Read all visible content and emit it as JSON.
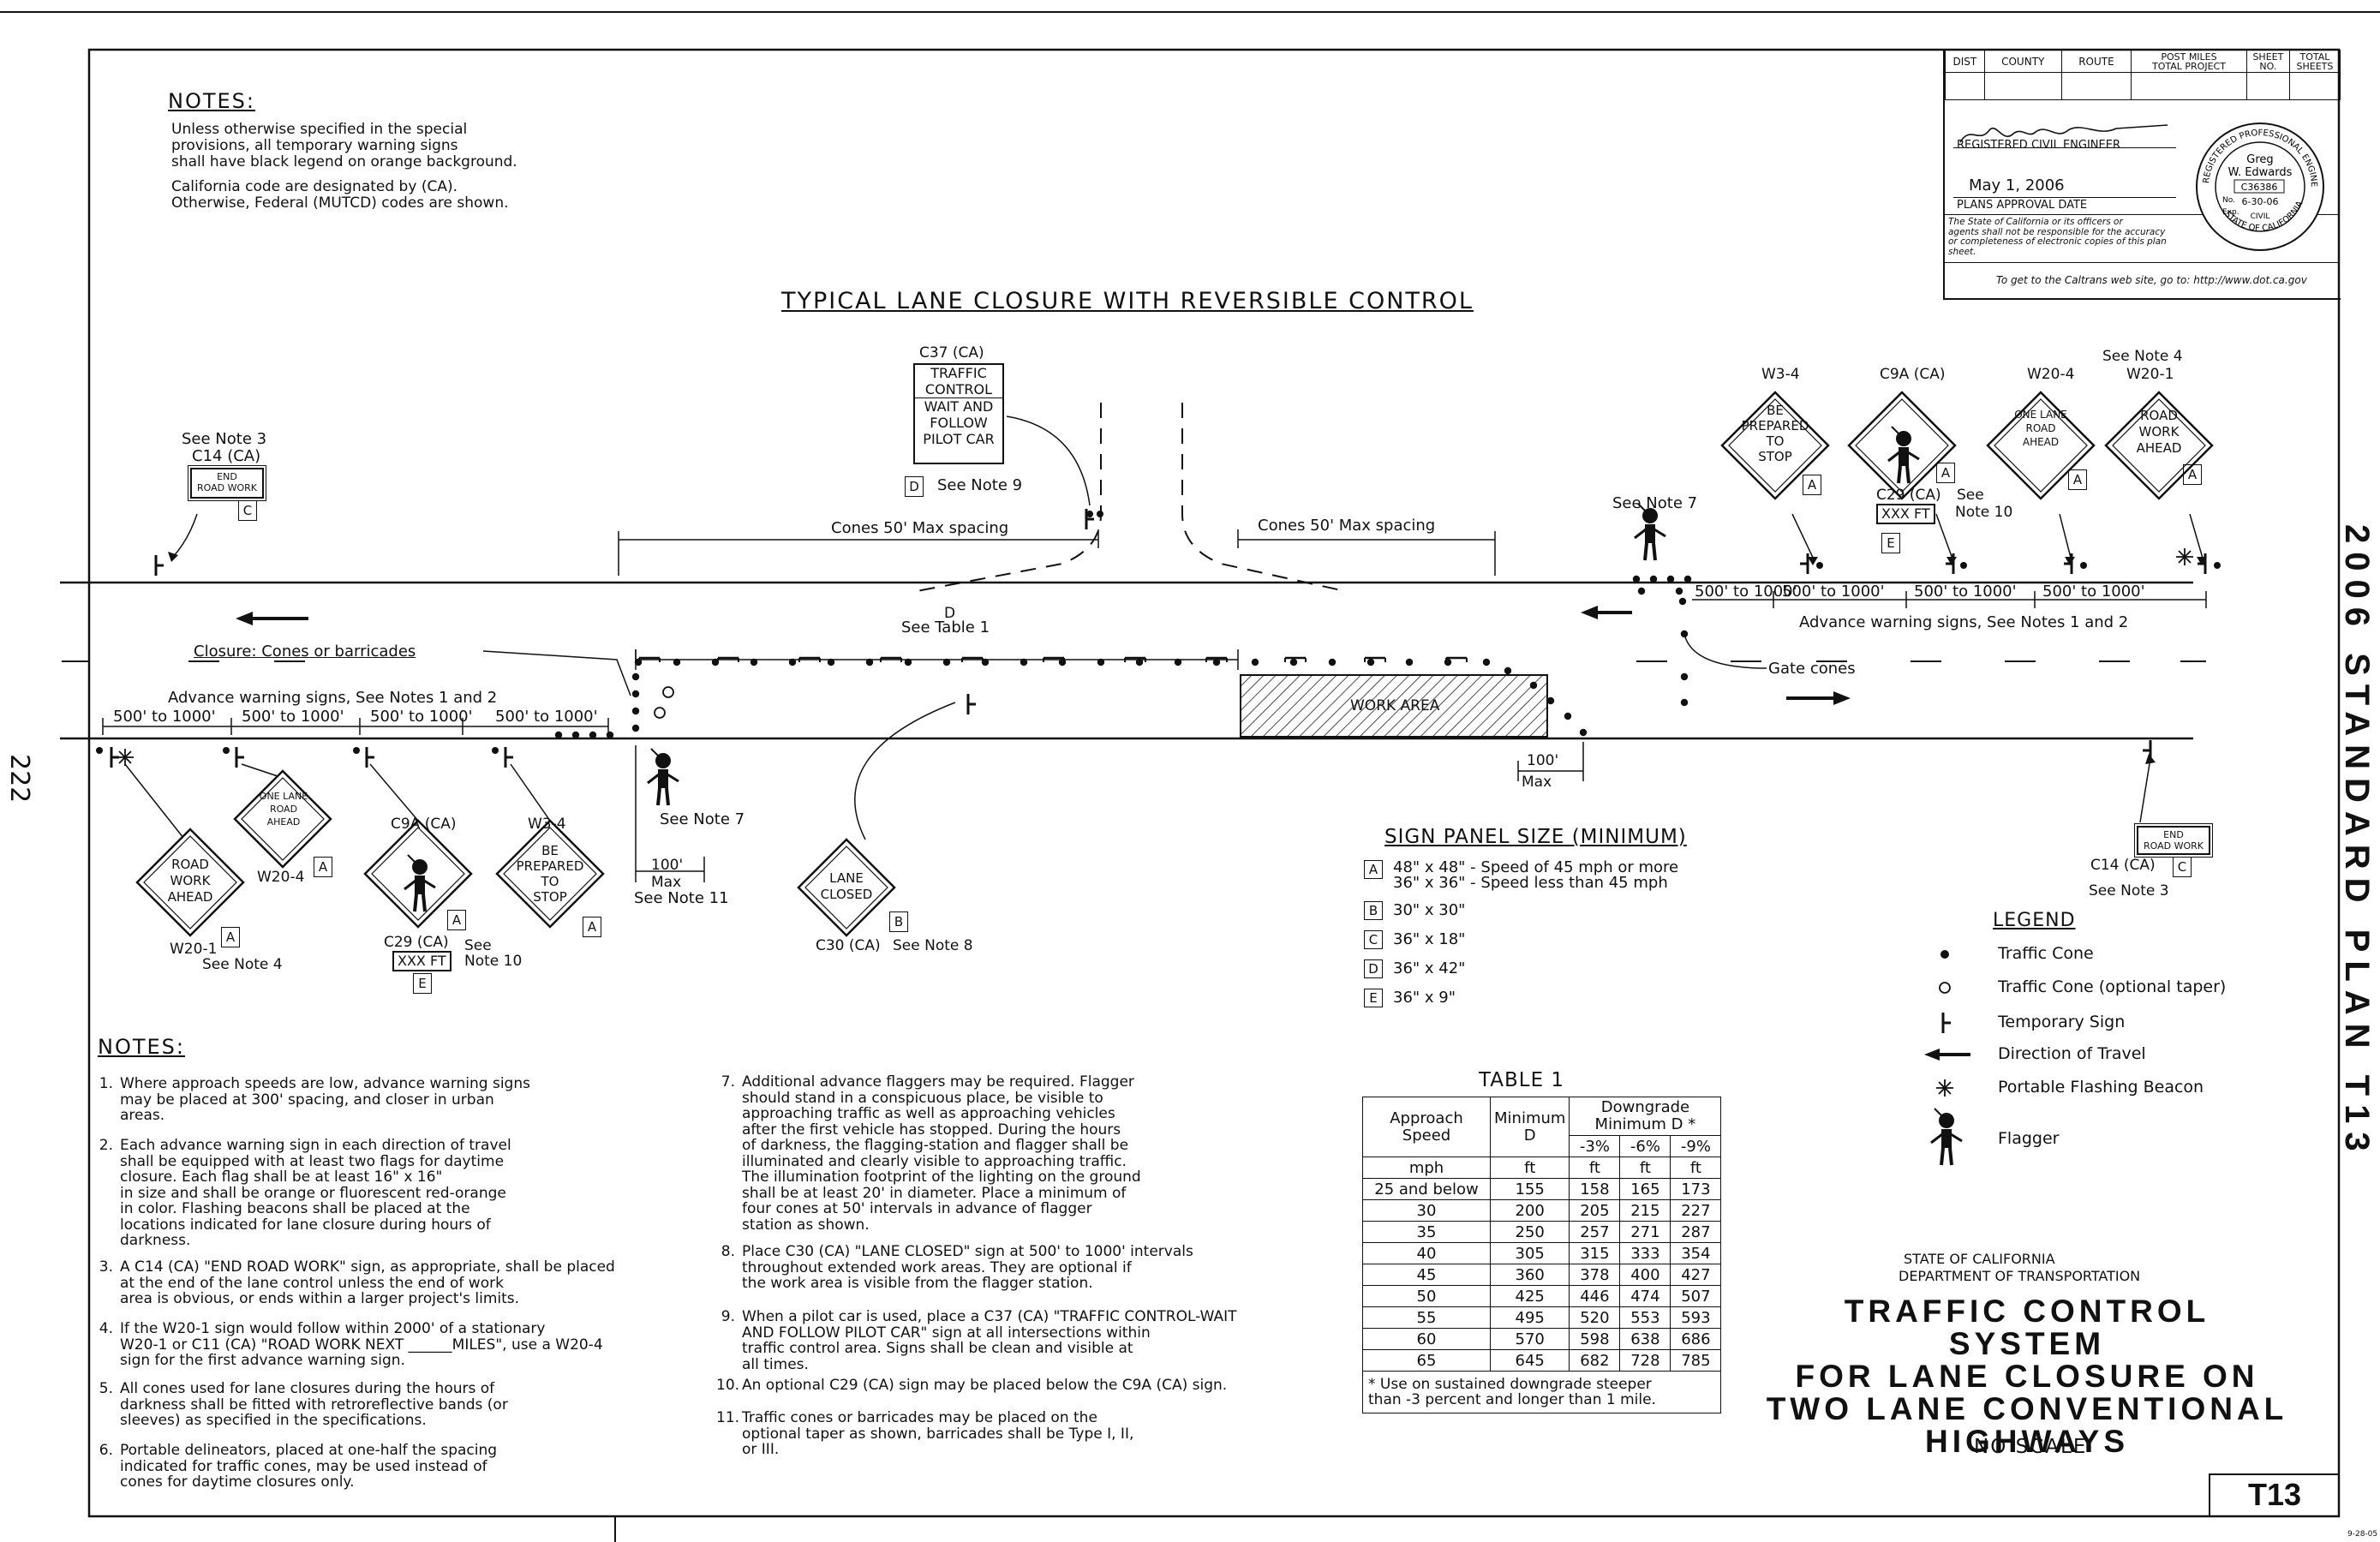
{
  "top_notes": {
    "heading": "NOTES:",
    "lines": [
      "Unless otherwise specified in the special",
      "provisions, all temporary warning signs",
      "shall have black legend on orange background.",
      "",
      "California code are designated by (CA).",
      "Otherwise, Federal (MUTCD) codes are shown."
    ]
  },
  "title_block": {
    "headers": [
      "DIST",
      "COUNTY",
      "ROUTE",
      "POST MILES\nTOTAL PROJECT",
      "SHEET\nNO.",
      "TOTAL\nSHEETS"
    ],
    "engineer_label": "REGISTERED CIVIL ENGINEER",
    "date": "May 1, 2006",
    "plans_label": "PLANS APPROVAL DATE",
    "disclaimer": [
      "The State of California or its officers or",
      "agents shall not be responsible for the accuracy",
      "or completeness of electronic copies of this plan",
      "sheet."
    ],
    "web": "To get to the Caltrans web site, go to: http://www.dot.ca.gov",
    "seal": {
      "name1": "Greg",
      "name2": "W. Edwards",
      "no": "C36386",
      "exp": "6-30-06",
      "type": "CIVIL",
      "ring_top": "REGISTERED PROFESSIONAL ENGINEER",
      "ring_bottom": "STATE OF CALIFORNIA",
      "no_label": "No.",
      "exp_label": "Exp."
    }
  },
  "diagram_title": "TYPICAL LANE CLOSURE WITH REVERSIBLE CONTROL",
  "side_title": "2006 STANDARD PLAN T13",
  "page_number": "222",
  "labels": {
    "c37_code": "C37 (CA)",
    "c37_top": [
      "TRAFFIC",
      "CONTROL"
    ],
    "c37_bottom": [
      "WAIT AND",
      "FOLLOW",
      "PILOT CAR"
    ],
    "c37_panel": "D",
    "c37_note": "See Note 9",
    "cones_left": "Cones 50' Max spacing",
    "cones_right": "Cones 50' Max spacing",
    "c14_left_note": "See Note 3",
    "c14_left_code": "C14 (CA)",
    "c14_text": [
      "END",
      "ROAD WORK"
    ],
    "c14_left_panel": "C",
    "d_label": "D",
    "d_table": "See Table 1",
    "closure": "Closure:  Cones or barricades",
    "adv_left": "Advance warning signs, See Notes 1 and 2",
    "adv_right": "Advance warning signs, See Notes 1 and 2",
    "spacing": "500' to 1000'",
    "work_area": "WORK AREA",
    "gate_cones": "Gate cones",
    "max100": "100'",
    "max_word": "Max",
    "see_note7": "See Note 7",
    "see_note11": "See Note 11",
    "see_note8": "See Note 8",
    "see_note4": "See Note 4",
    "see_note10": "Note 10",
    "see_word": "See",
    "w34_code": "W3-4",
    "c9a_code": "C9A (CA)",
    "w204_code": "W20-4",
    "w201_code": "W20-1",
    "w34_text": [
      "BE",
      "PREPARED",
      "TO",
      "STOP"
    ],
    "w204_text": [
      "ONE LANE",
      "ROAD",
      "AHEAD"
    ],
    "w201_text": [
      "ROAD",
      "WORK",
      "AHEAD"
    ],
    "c30_text": [
      "LANE",
      "CLOSED"
    ],
    "c30_code": "C30 (CA)",
    "c29_code": "C29 (CA)",
    "c29_text": "XXX FT",
    "panel_a": "A",
    "panel_b": "B",
    "panel_e": "E",
    "panel_c": "C",
    "c14_right_code": "C14 (CA)",
    "c14_right_note": "See Note 3"
  },
  "sign_panel": {
    "heading": "SIGN PANEL SIZE (MINIMUM)",
    "rows": [
      {
        "letter": "A",
        "text": "48\" x 48\" - Speed of 45 mph or more",
        "text2": "36\" x 36\" - Speed less than 45 mph"
      },
      {
        "letter": "B",
        "text": "30\" x 30\""
      },
      {
        "letter": "C",
        "text": "36\" x 18\""
      },
      {
        "letter": "D",
        "text": "36\" x 42\""
      },
      {
        "letter": "E",
        "text": "36\" x 9\""
      }
    ]
  },
  "legend": {
    "heading": "LEGEND",
    "items": [
      "Traffic Cone",
      "Traffic Cone (optional taper)",
      "Temporary Sign",
      "Direction of Travel",
      "Portable Flashing Beacon",
      "Flagger"
    ]
  },
  "table1": {
    "title": "TABLE 1",
    "h_speed": "Approach\nSpeed",
    "h_min": "Minimum\nD",
    "h_down": "Downgrade\nMinimum D *",
    "h_grades": [
      "-3%",
      "-6%",
      "-9%"
    ],
    "units": [
      "mph",
      "ft",
      "ft",
      "ft",
      "ft"
    ],
    "rows": [
      [
        "25 and below",
        "155",
        "158",
        "165",
        "173"
      ],
      [
        "30",
        "200",
        "205",
        "215",
        "227"
      ],
      [
        "35",
        "250",
        "257",
        "271",
        "287"
      ],
      [
        "40",
        "305",
        "315",
        "333",
        "354"
      ],
      [
        "45",
        "360",
        "378",
        "400",
        "427"
      ],
      [
        "50",
        "425",
        "446",
        "474",
        "507"
      ],
      [
        "55",
        "495",
        "520",
        "553",
        "593"
      ],
      [
        "60",
        "570",
        "598",
        "638",
        "686"
      ],
      [
        "65",
        "645",
        "682",
        "728",
        "785"
      ]
    ],
    "footnote": [
      "* Use on sustained downgrade steeper",
      "than -3 percent and longer than 1 mile."
    ]
  },
  "notes": {
    "heading": "NOTES:",
    "left": [
      {
        "n": "1.",
        "t": "Where approach speeds are low, advance warning signs\nmay be placed at 300' spacing, and closer in urban\nareas."
      },
      {
        "n": "2.",
        "t": "Each advance warning sign in each direction of travel\nshall be equipped with at least two flags for daytime\nclosure. Each flag shall be at least 16\" x 16\"\nin size and shall be orange or fluorescent red-orange\nin color. Flashing beacons shall be placed at the\nlocations indicated for lane closure during hours of\ndarkness."
      },
      {
        "n": "3.",
        "t": "A C14 (CA) \"END ROAD WORK\" sign, as appropriate, shall be placed\nat the end of the lane control unless the end of work\narea is obvious, or ends within a larger project's limits."
      },
      {
        "n": "4.",
        "t": "If the W20-1 sign would follow within 2000' of a stationary\nW20-1 or C11 (CA) \"ROAD WORK NEXT ______MILES\", use a W20-4\nsign for the first advance warning sign."
      },
      {
        "n": "5.",
        "t": "All cones used for lane closures during the hours of\ndarkness shall be fitted with retroreflective bands (or\nsleeves) as specified in the specifications."
      },
      {
        "n": "6.",
        "t": "Portable delineators, placed at one-half the spacing\nindicated for traffic cones, may be used instead of\ncones for daytime closures only."
      }
    ],
    "right": [
      {
        "n": "7.",
        "t": "Additional advance flaggers may be required. Flagger\nshould stand in a conspicuous place, be visible to\napproaching traffic as well as approaching vehicles\nafter the first vehicle has stopped. During the hours\nof darkness, the flagging-station and flagger shall be\nilluminated and clearly visible to approaching traffic.\nThe illumination footprint of the lighting on the ground\nshall be at least 20' in diameter. Place a minimum of\nfour cones at 50' intervals in advance of flagger\nstation as shown."
      },
      {
        "n": "8.",
        "t": "Place C30 (CA) \"LANE CLOSED\" sign at 500' to 1000' intervals\nthroughout extended work areas. They are optional if\nthe work area is visible from the flagger station."
      },
      {
        "n": "9.",
        "t": "When a pilot car is used, place a C37 (CA) \"TRAFFIC CONTROL-WAIT\nAND FOLLOW PILOT CAR\" sign at all intersections within\ntraffic control area. Signs shall be clean and visible at\nall times."
      },
      {
        "n": "10.",
        "t": "An optional C29 (CA) sign may be placed below the C9A (CA) sign."
      },
      {
        "n": "11.",
        "t": "Traffic cones or barricades may be placed on the\noptional taper as shown, barricades shall be Type I, II,\nor III."
      }
    ]
  },
  "state_block": {
    "line1": "STATE OF CALIFORNIA",
    "line2": "DEPARTMENT OF TRANSPORTATION",
    "title": [
      "TRAFFIC CONTROL SYSTEM",
      "FOR LANE CLOSURE ON",
      "TWO LANE CONVENTIONAL",
      "HIGHWAYS"
    ],
    "scale": "NO SCALE",
    "plan_id": "T13"
  },
  "corner_date": "9-28-05"
}
